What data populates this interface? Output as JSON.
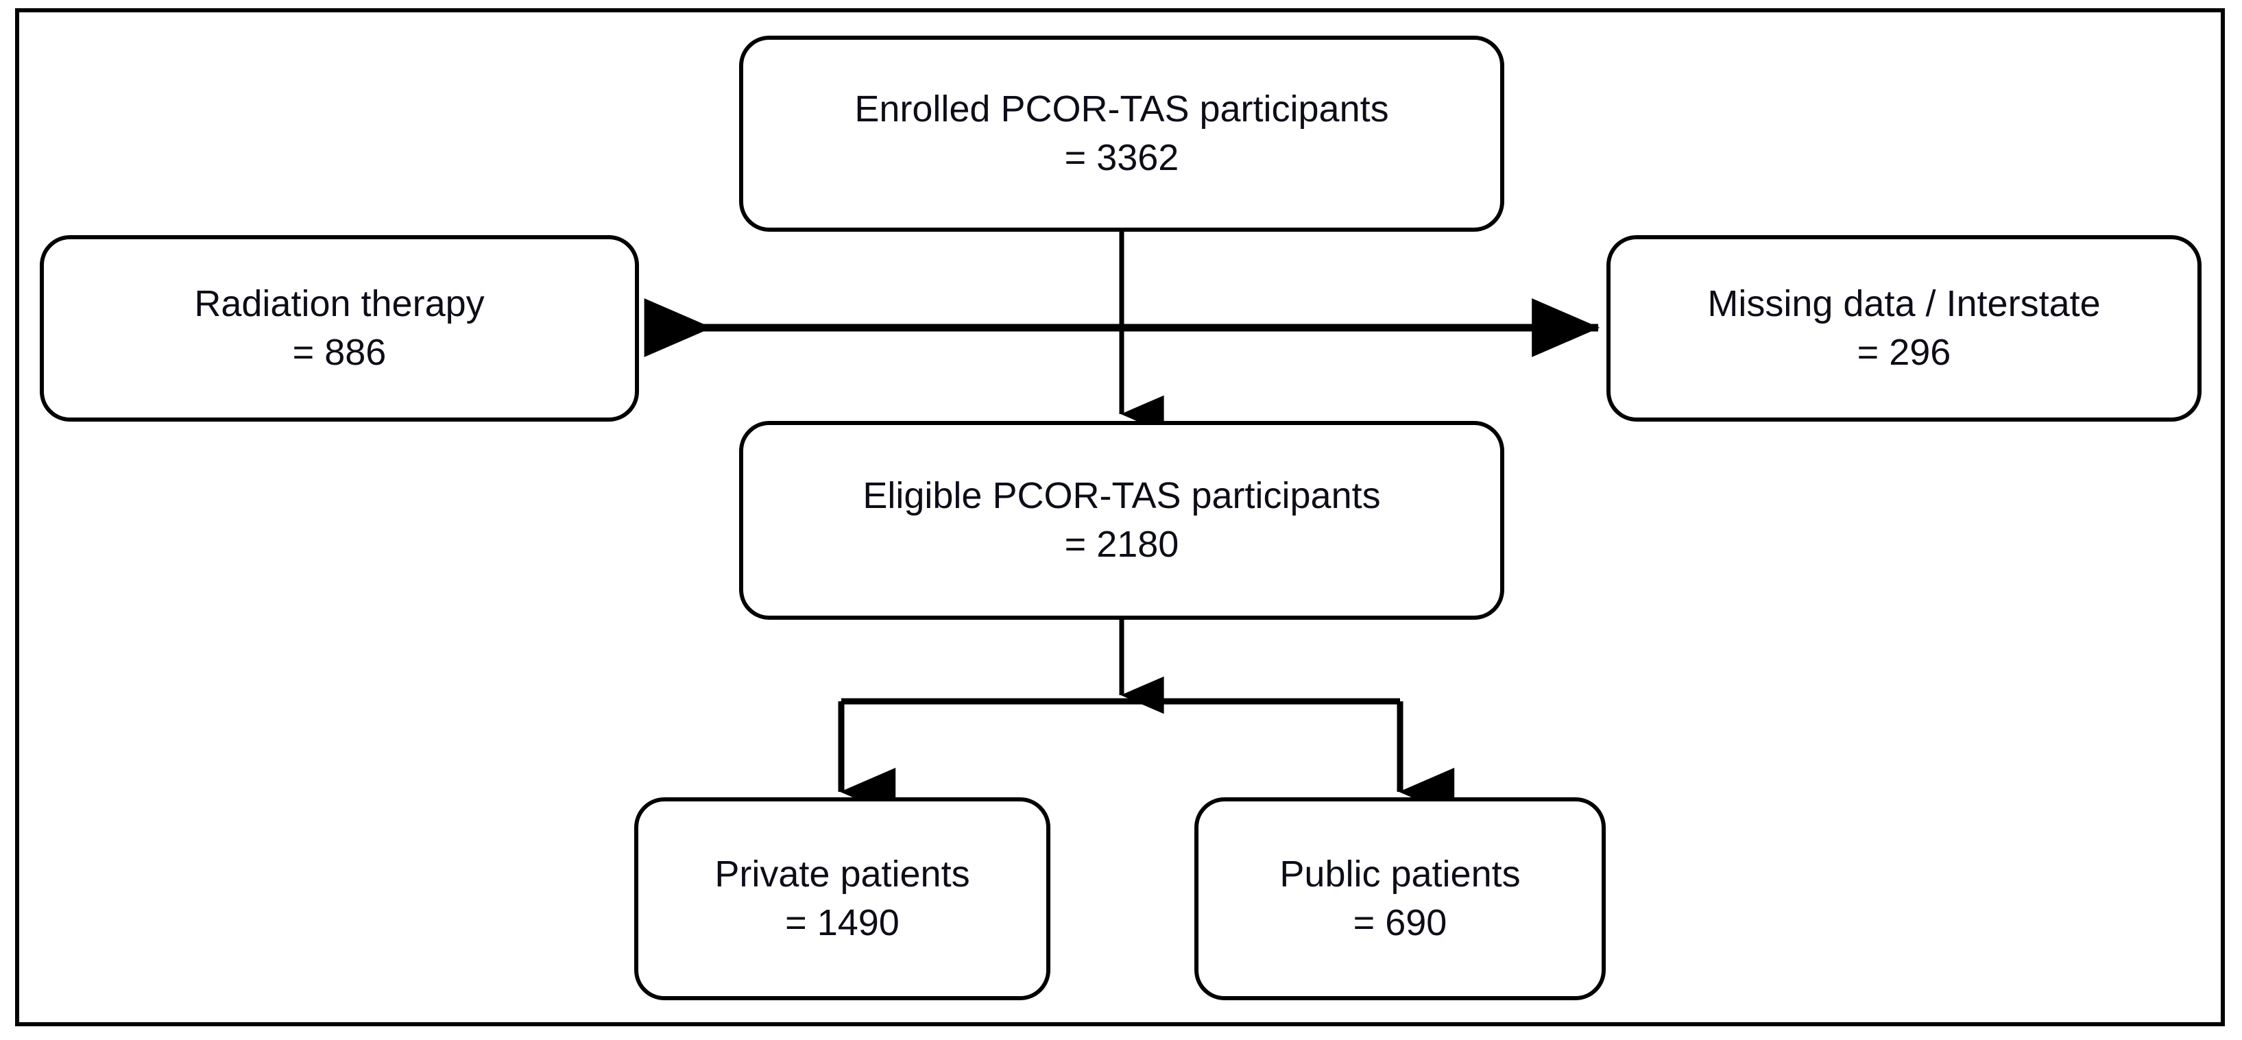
{
  "diagram": {
    "title": "PCOR-TAS participant flow diagram",
    "type": "flowchart",
    "stroke_color": "#000000",
    "text_color": "#0d0d18",
    "background_color": "#ffffff",
    "nodes": [
      {
        "id": "enrolled",
        "label": "Enrolled PCOR-TAS participants",
        "count": "= 3362",
        "value": 3362
      },
      {
        "id": "radiation",
        "label": "Radiation therapy",
        "count": "= 886",
        "value": 886
      },
      {
        "id": "missing",
        "label": "Missing data / Interstate",
        "count": "= 296",
        "value": 296
      },
      {
        "id": "eligible",
        "label": "Eligible PCOR-TAS participants",
        "count": "= 2180",
        "value": 2180
      },
      {
        "id": "private",
        "label": "Private patients",
        "count": "= 1490",
        "value": 1490
      },
      {
        "id": "public",
        "label": "Public patients",
        "count": "= 690",
        "value": 690
      }
    ],
    "edges": [
      {
        "from": "enrolled",
        "to": "radiation",
        "kind": "exclusion-left"
      },
      {
        "from": "enrolled",
        "to": "missing",
        "kind": "exclusion-right"
      },
      {
        "from": "enrolled",
        "to": "eligible",
        "kind": "main-down"
      },
      {
        "from": "eligible",
        "to": "private",
        "kind": "split-down-left"
      },
      {
        "from": "eligible",
        "to": "public",
        "kind": "split-down-right"
      }
    ]
  }
}
